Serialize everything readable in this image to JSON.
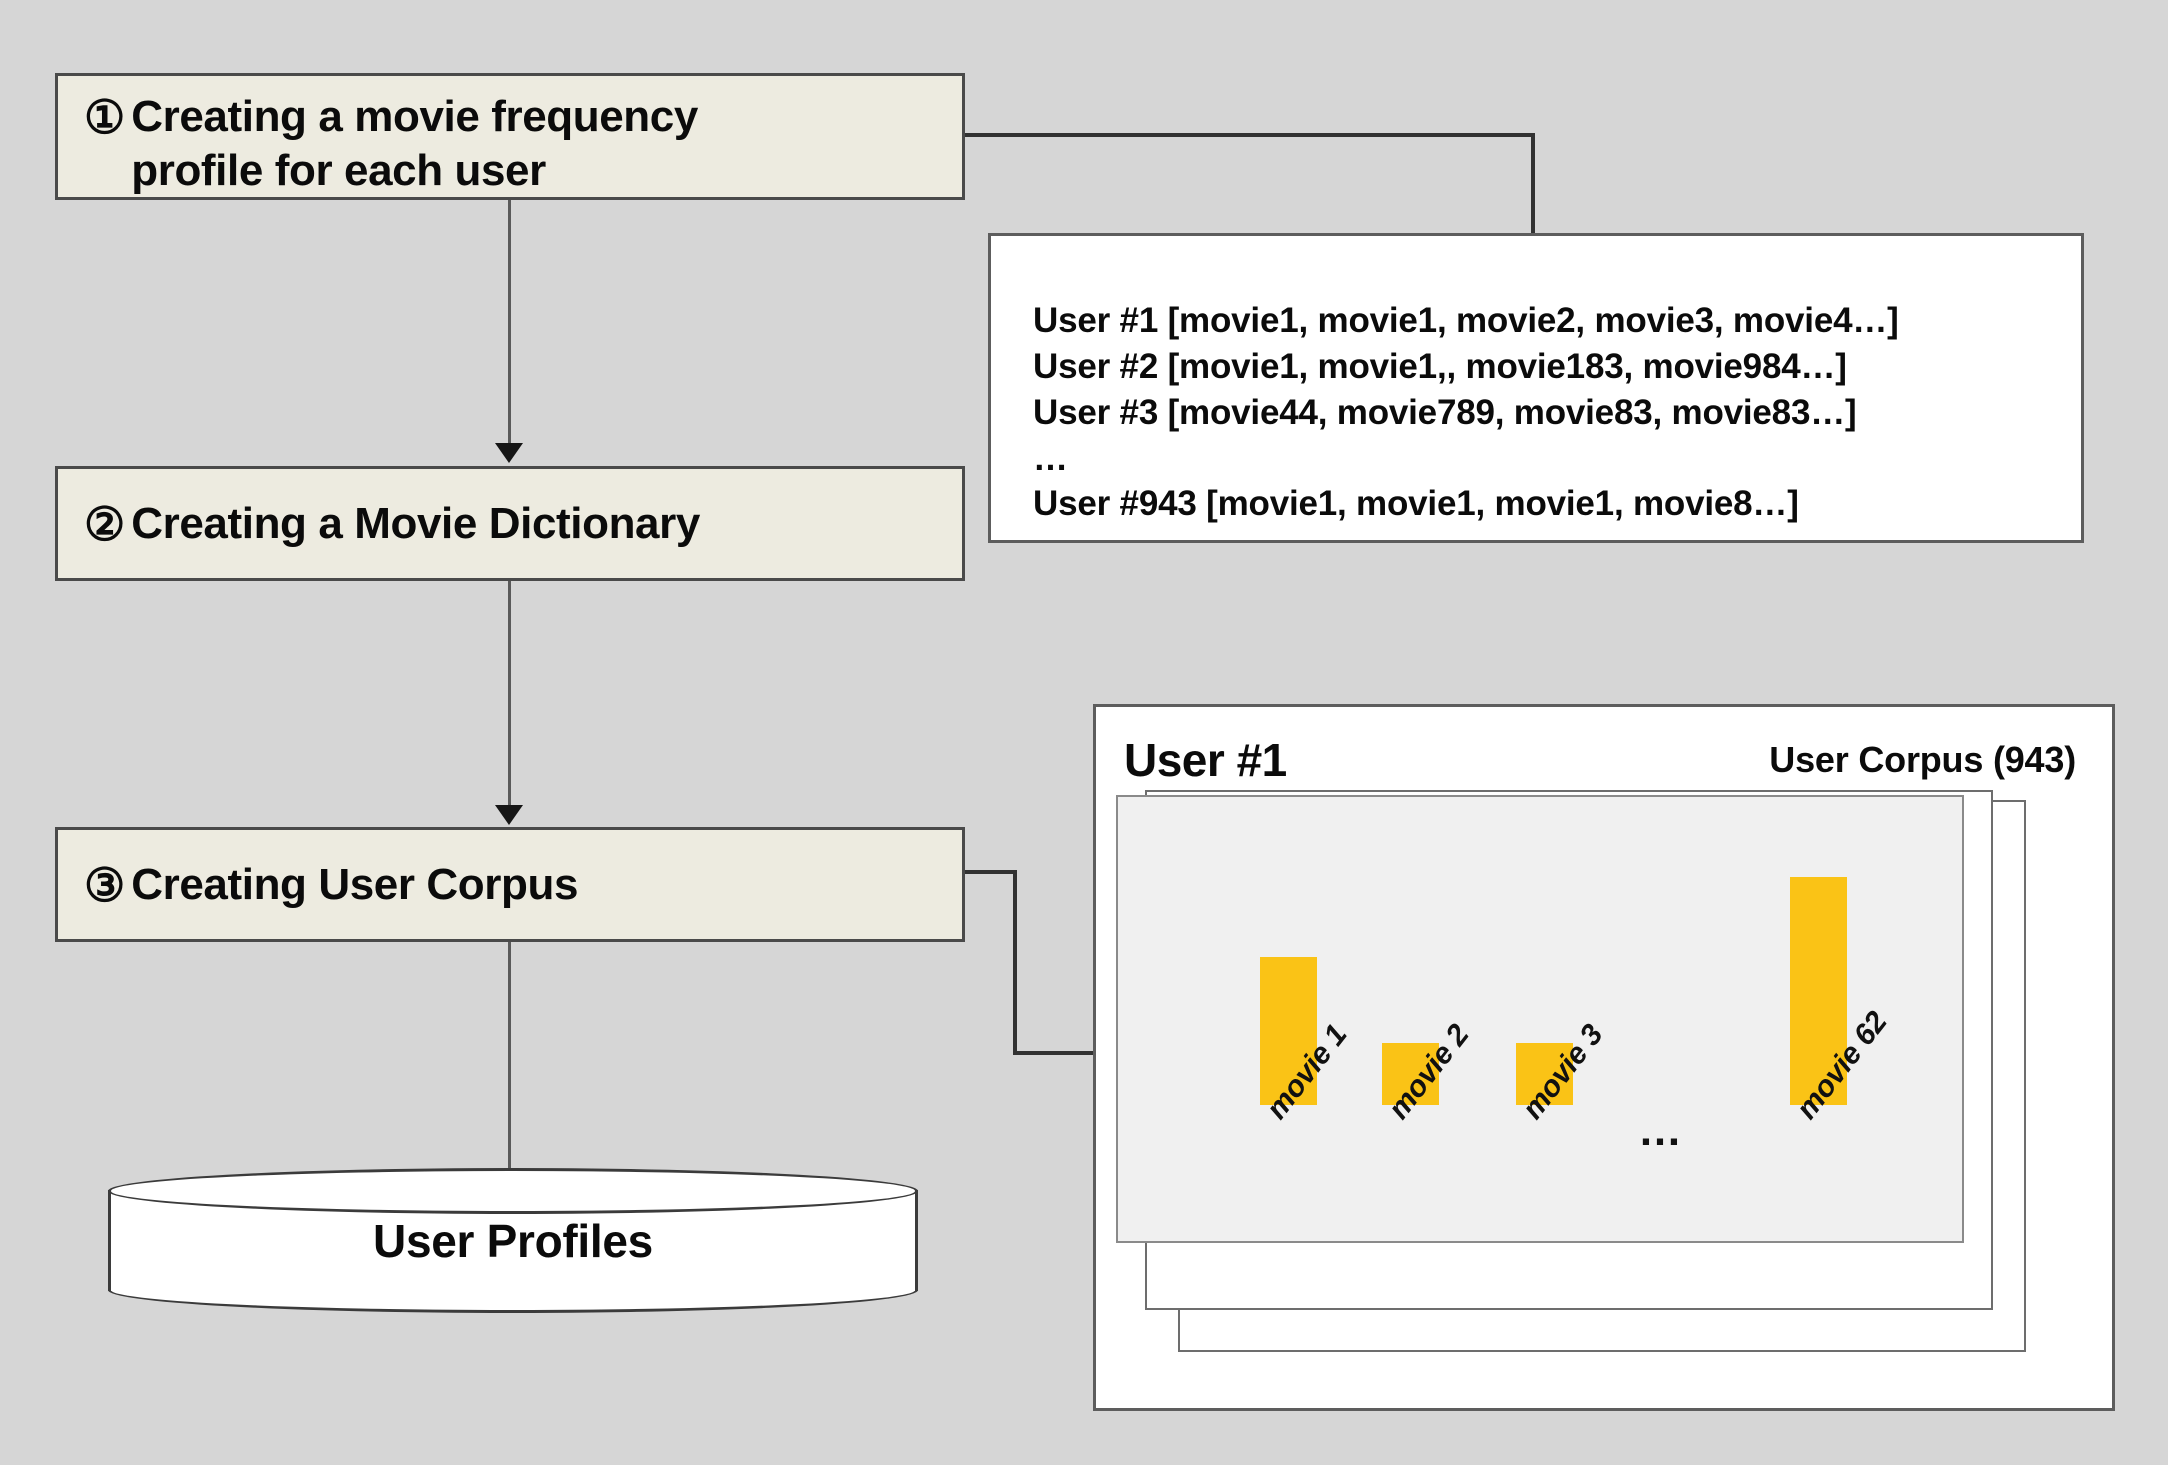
{
  "colors": {
    "background": "#d6d6d6",
    "step_box_fill": "#edebe0",
    "step_box_border": "#4a4a4a",
    "panel_fill": "#ffffff",
    "chart_panel_fill": "#f0f0f0",
    "bar_color": "#fac316",
    "text": "#0b0b0b"
  },
  "steps": [
    {
      "number": "①",
      "label": "Creating a movie frequency\nprofile for each user"
    },
    {
      "number": "②",
      "label": "Creating a Movie Dictionary"
    },
    {
      "number": "③",
      "label": "Creating User Corpus"
    }
  ],
  "datastore": {
    "label": "User Profiles"
  },
  "user_list": {
    "lines": [
      "User #1 [movie1, movie1, movie2, movie3, movie4…]",
      "User #2 [movie1, movie1,, movie183, movie984…]",
      "User #3 [movie44, movie789, movie83, movie83…]",
      "…",
      "User #943 [movie1, movie1, movie1, movie8…]"
    ]
  },
  "corpus_panel": {
    "title": "User #1",
    "count_label": "User Corpus (943)",
    "stack_count": 2
  },
  "chart_data": {
    "type": "bar",
    "title": "User #1",
    "categories": [
      "movie 1",
      "movie 2",
      "movie 3",
      "…",
      "movie 62"
    ],
    "values": [
      64,
      26,
      26,
      null,
      100
    ],
    "xlabel": "",
    "ylabel": "",
    "ylim": [
      0,
      110
    ],
    "grid": false,
    "legend": null,
    "bar_color": "#fac316",
    "annotations": [
      "…"
    ]
  }
}
